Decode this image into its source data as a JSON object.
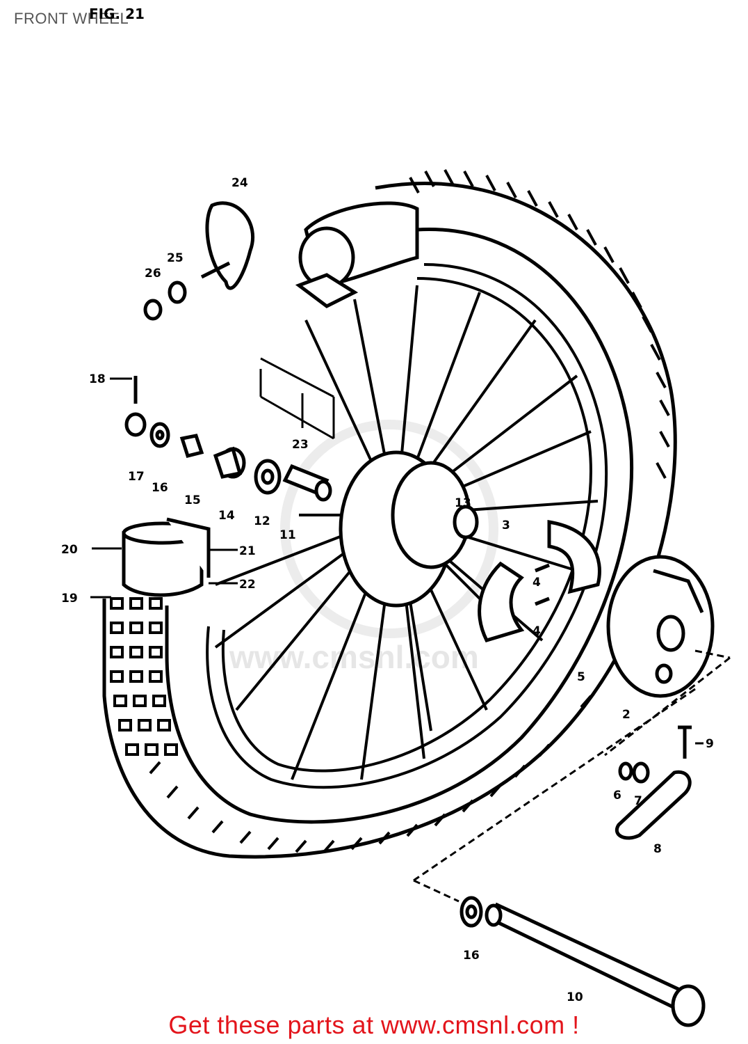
{
  "header": {
    "title": "FRONT WHEEL",
    "figure": "FIG. 21"
  },
  "watermark": "www.cmsnl.com",
  "footer": {
    "promo": "Get these parts at www.cmsnl.com !"
  },
  "callouts": [
    "24",
    "25",
    "26",
    "18",
    "17",
    "16",
    "15",
    "14",
    "12",
    "11",
    "23",
    "13",
    "3",
    "4",
    "4",
    "5",
    "2",
    "9",
    "6",
    "7",
    "8",
    "20",
    "21",
    "22",
    "19",
    "16",
    "10"
  ]
}
